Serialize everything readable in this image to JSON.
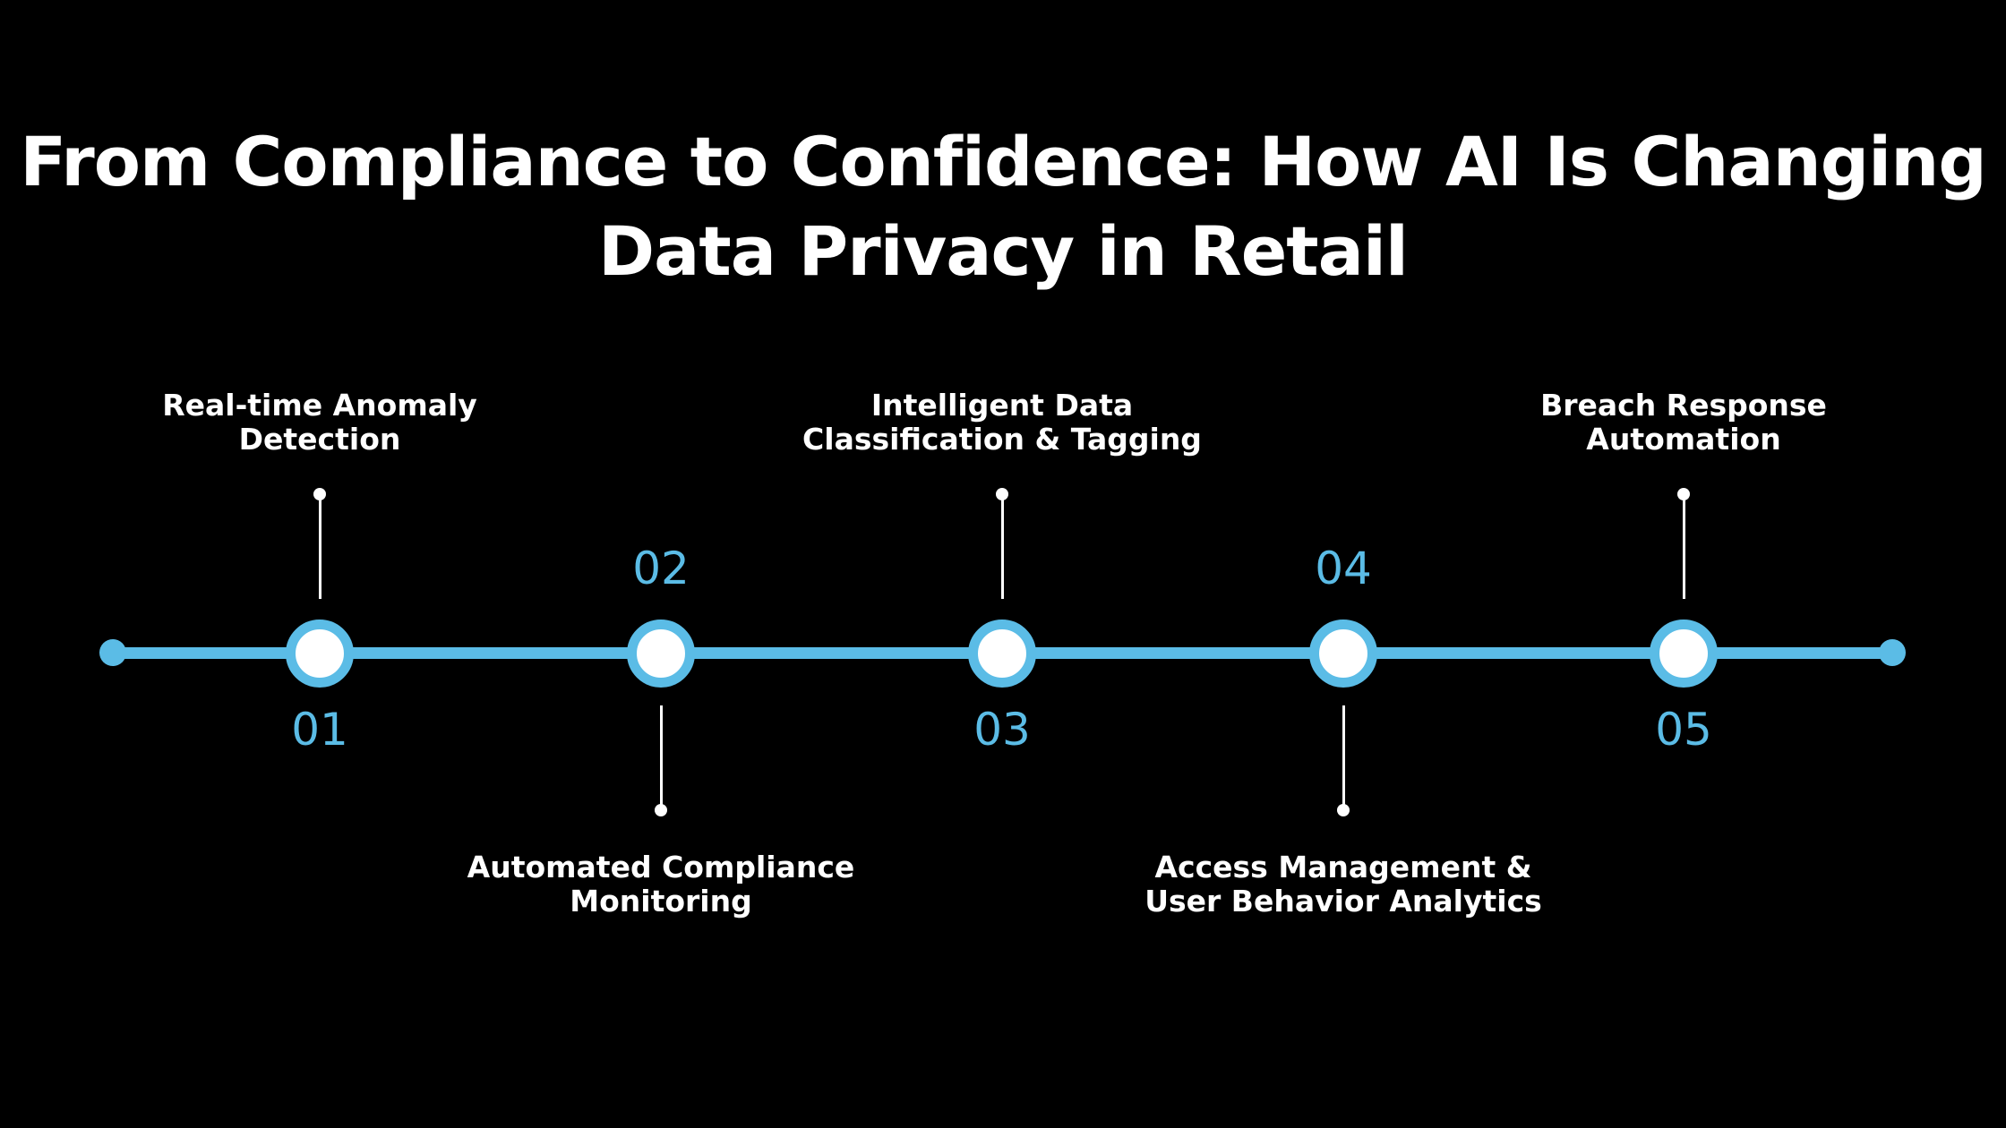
{
  "title": {
    "line1": "From Compliance to Confidence: How AI Is Changing",
    "line2": "Data Privacy in Retail"
  },
  "colors": {
    "background": "#000000",
    "accent": "#5bbce6",
    "text": "#ffffff"
  },
  "steps": [
    {
      "number": "01",
      "label": "Real-time Anomaly Detection",
      "label_line1": "Real-time Anomaly",
      "label_line2": "Detection",
      "placement": "above"
    },
    {
      "number": "02",
      "label": "Automated Compliance Monitoring",
      "label_line1": "Automated Compliance",
      "label_line2": "Monitoring",
      "placement": "below"
    },
    {
      "number": "03",
      "label": "Intelligent Data Classification & Tagging",
      "label_line1": "Intelligent Data",
      "label_line2": "Classification & Tagging",
      "placement": "above"
    },
    {
      "number": "04",
      "label": "Access Management & User Behavior Analytics",
      "label_line1": "Access Management &",
      "label_line2": "User Behavior Analytics",
      "placement": "below"
    },
    {
      "number": "05",
      "label": "Breach Response Automation",
      "label_line1": "Breach Response",
      "label_line2": "Automation",
      "placement": "above"
    }
  ]
}
